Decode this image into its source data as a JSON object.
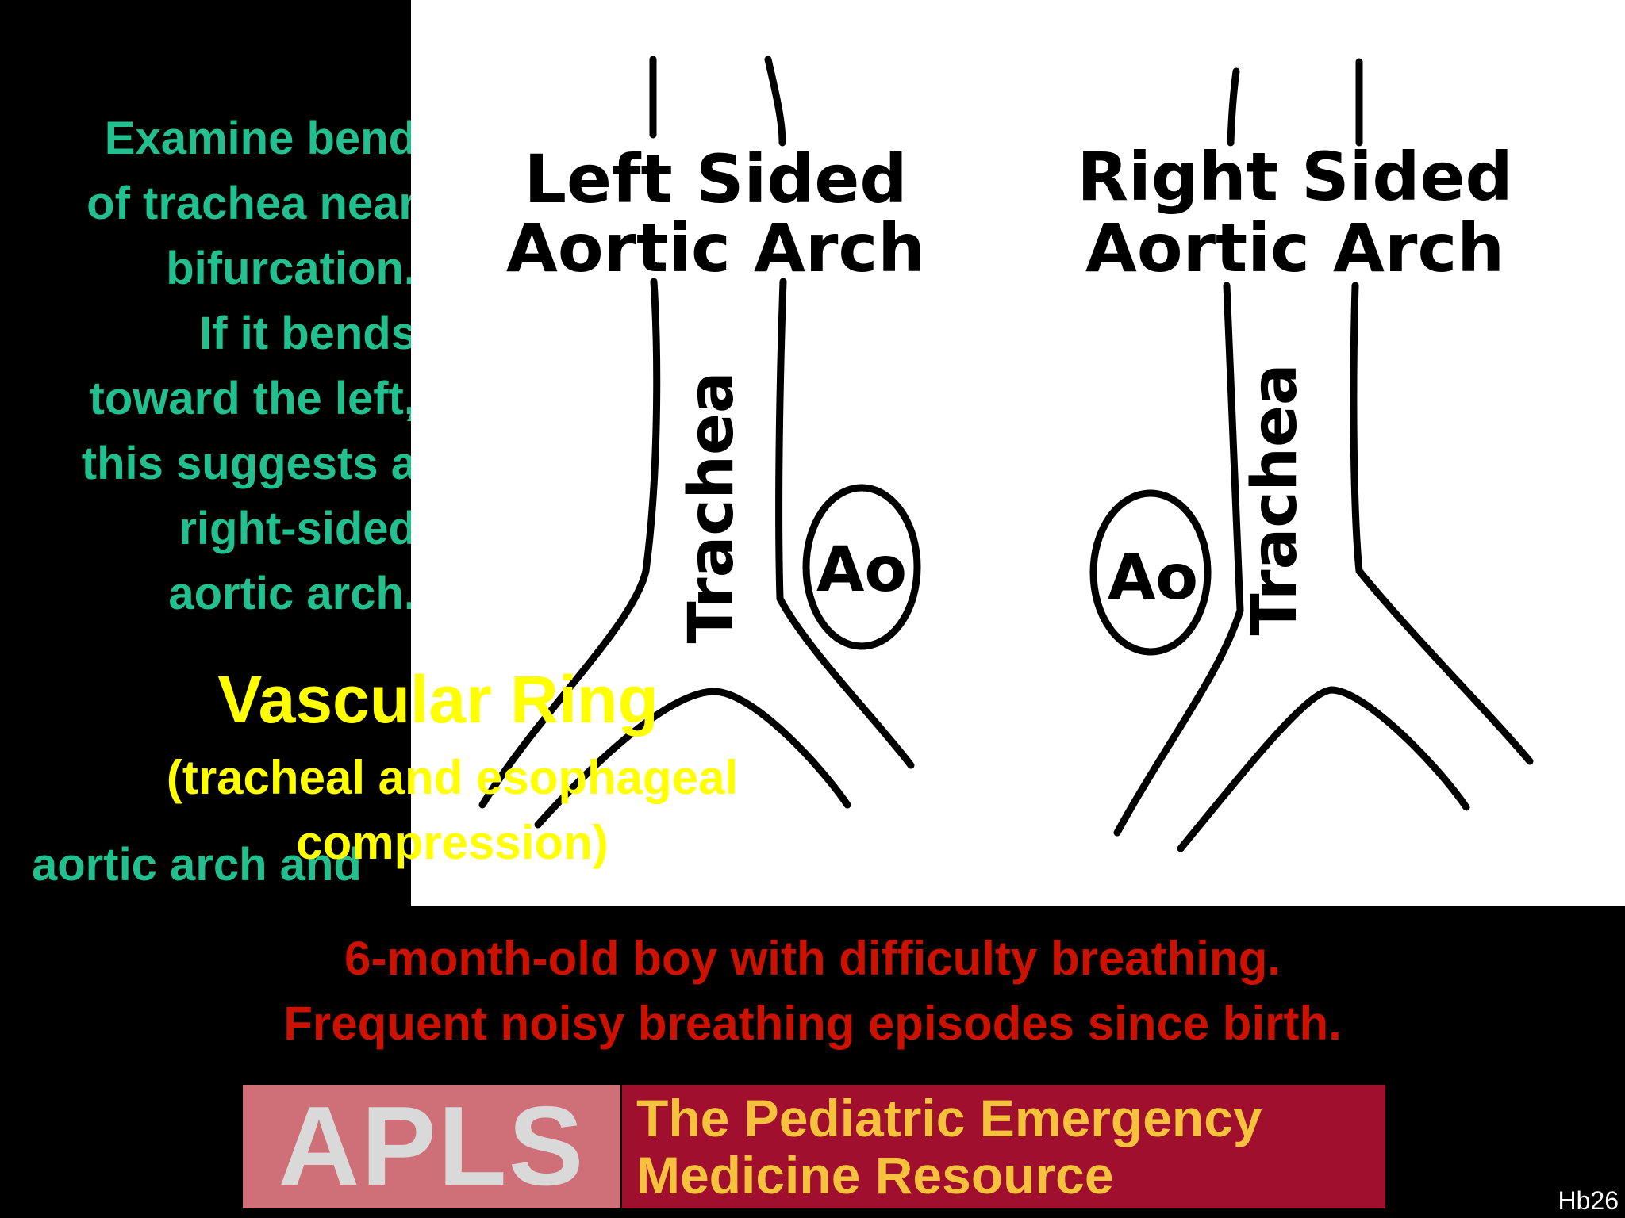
{
  "side_note": {
    "lines": [
      "Examine bend",
      "of trachea near",
      "bifurcation.",
      "If it bends",
      "toward the left,",
      "this suggests a",
      "right-sided",
      "aortic arch."
    ],
    "tail": "aortic arch and"
  },
  "diagram": {
    "left_title_1": "Left Sided",
    "left_title_2": "Aortic Arch",
    "right_title_1": "Right Sided",
    "right_title_2": "Aortic Arch",
    "trachea_label": "Trachea",
    "aorta_label": "Ao"
  },
  "vascular_ring": {
    "title": "Vascular Ring",
    "subtitle_1": "(tracheal and esophageal",
    "subtitle_2": "compression)"
  },
  "case": {
    "line1": "6-month-old boy with difficulty breathing.",
    "line2": "Frequent noisy breathing episodes since birth."
  },
  "logo": {
    "acronym": "APLS",
    "tagline_1": "The Pediatric Emergency",
    "tagline_2": "Medicine Resource"
  },
  "slide_id": "Hb26",
  "colors": {
    "background": "#000000",
    "side_note": "#22c08e",
    "vascular_ring": "#ffff00",
    "case": "#cc1100",
    "logo_left": "#cf6f78",
    "logo_right": "#a0102e",
    "logo_text": "#f6c23e"
  }
}
